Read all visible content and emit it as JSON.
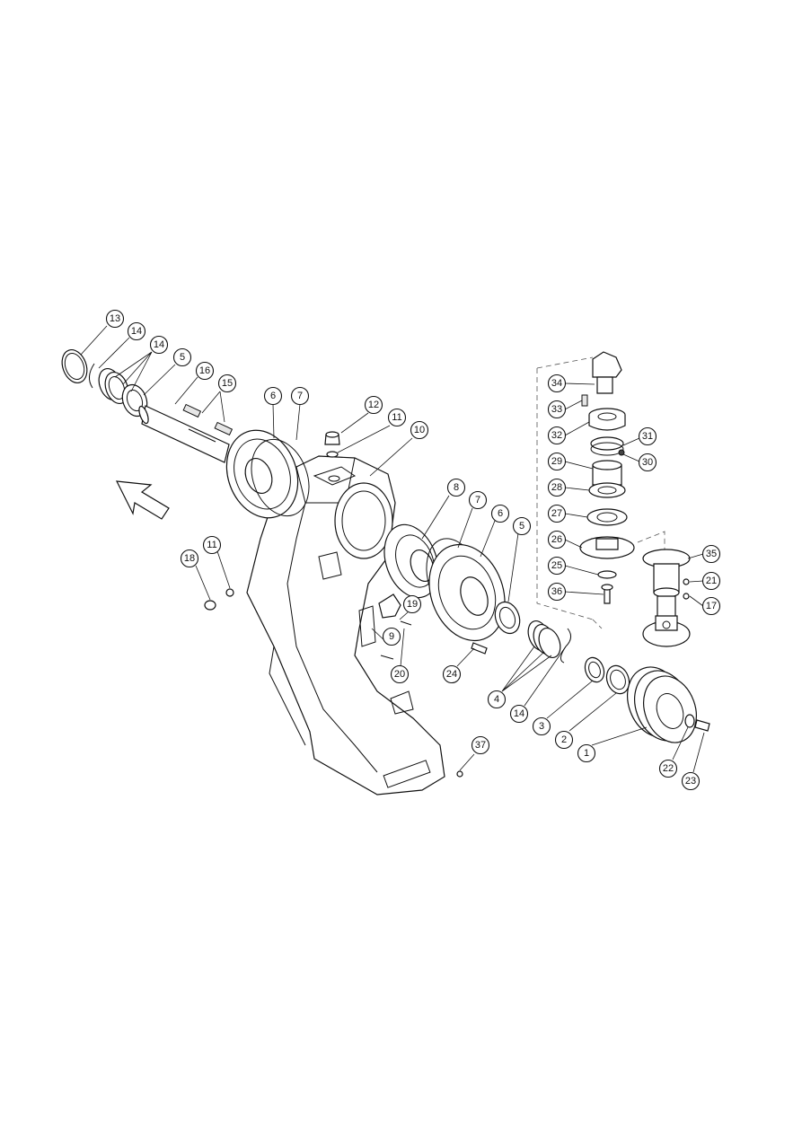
{
  "diagram": {
    "callouts": [
      {
        "id": "c13a",
        "label": "13"
      },
      {
        "id": "c14a",
        "label": "14"
      },
      {
        "id": "c14b",
        "label": "14"
      },
      {
        "id": "c5a",
        "label": "5"
      },
      {
        "id": "c16",
        "label": "16"
      },
      {
        "id": "c15",
        "label": "15"
      },
      {
        "id": "c6a",
        "label": "6"
      },
      {
        "id": "c7a",
        "label": "7"
      },
      {
        "id": "c12",
        "label": "12"
      },
      {
        "id": "c11a",
        "label": "11"
      },
      {
        "id": "c10",
        "label": "10"
      },
      {
        "id": "c18",
        "label": "18"
      },
      {
        "id": "c11b",
        "label": "11"
      },
      {
        "id": "c8",
        "label": "8"
      },
      {
        "id": "c7b",
        "label": "7"
      },
      {
        "id": "c6b",
        "label": "6"
      },
      {
        "id": "c5b",
        "label": "5"
      },
      {
        "id": "c19",
        "label": "19"
      },
      {
        "id": "c9",
        "label": "9"
      },
      {
        "id": "c20",
        "label": "20"
      },
      {
        "id": "c24",
        "label": "24"
      },
      {
        "id": "c4",
        "label": "4"
      },
      {
        "id": "c14c",
        "label": "14"
      },
      {
        "id": "c3",
        "label": "3"
      },
      {
        "id": "c2",
        "label": "2"
      },
      {
        "id": "c1",
        "label": "1"
      },
      {
        "id": "c37",
        "label": "37"
      },
      {
        "id": "c22",
        "label": "22"
      },
      {
        "id": "c23",
        "label": "23"
      },
      {
        "id": "c34",
        "label": "34"
      },
      {
        "id": "c33",
        "label": "33"
      },
      {
        "id": "c32",
        "label": "32"
      },
      {
        "id": "c31",
        "label": "31"
      },
      {
        "id": "c30",
        "label": "30"
      },
      {
        "id": "c29",
        "label": "29"
      },
      {
        "id": "c28",
        "label": "28"
      },
      {
        "id": "c27",
        "label": "27"
      },
      {
        "id": "c26",
        "label": "26"
      },
      {
        "id": "c25",
        "label": "25"
      },
      {
        "id": "c36",
        "label": "36"
      },
      {
        "id": "c35",
        "label": "35"
      },
      {
        "id": "c21",
        "label": "21"
      },
      {
        "id": "c17",
        "label": "17"
      }
    ]
  }
}
